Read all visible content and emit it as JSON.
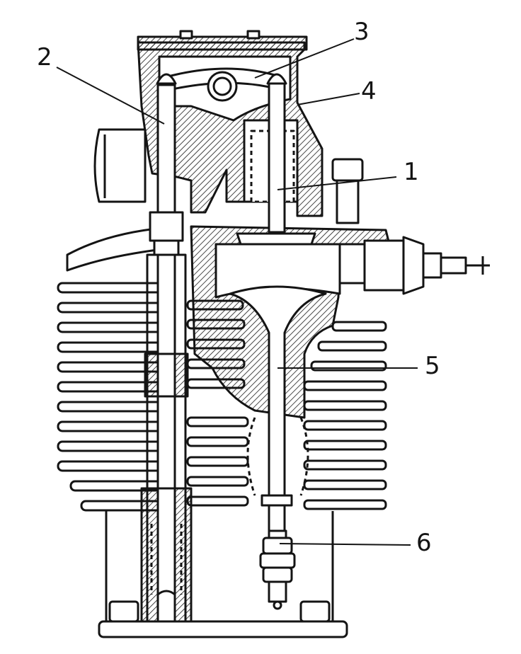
{
  "callouts": [
    {
      "id": "1",
      "label": "1"
    },
    {
      "id": "2",
      "label": "2"
    },
    {
      "id": "3",
      "label": "3"
    },
    {
      "id": "4",
      "label": "4"
    },
    {
      "id": "5",
      "label": "5"
    },
    {
      "id": "6",
      "label": "6"
    }
  ],
  "colors": {
    "ink": "#141414",
    "paper": "#ffffff",
    "hatch": "#1a1a1a"
  }
}
